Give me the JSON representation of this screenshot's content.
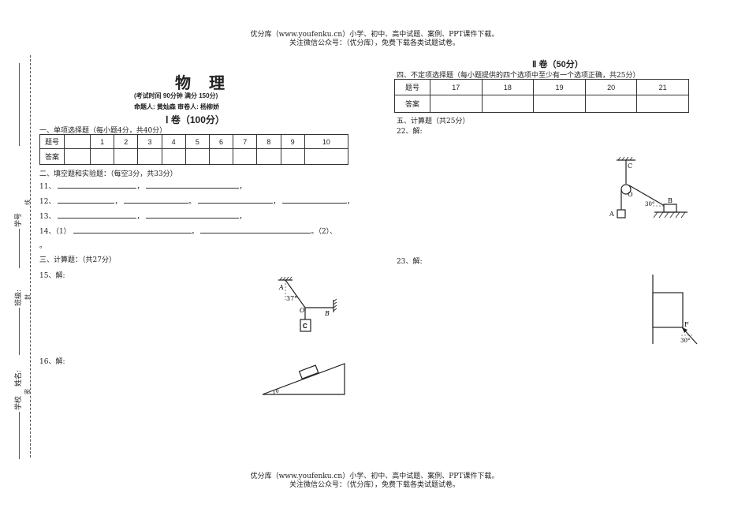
{
  "header": {
    "line1": "优分库（www.youfenku.cn）小学、初中、高中试题、案例、PPT课件下载。",
    "line2": "关注微信公众号：（优分库），免费下载各类试题试卷。"
  },
  "footer": {
    "line1": "优分库（www.youfenku.cn）小学、初中、高中试题、案例、PPT课件下载。",
    "line2": "关注微信公众号：（优分库），免费下载各类试题试卷。"
  },
  "side": {
    "student_no": "学号",
    "class": "班级:",
    "name": "姓名:",
    "school": "学校",
    "seal_xian": "线",
    "seal_feng": "封",
    "seal_mi": "密"
  },
  "exam": {
    "subject": "物 理",
    "time_score": "(考试时间 90分钟    满分 150分)",
    "authors": "命题人: 黄灿森     审卷人:   杨柳娇",
    "part1_title": "Ⅰ 卷（100分）",
    "part2_title": "Ⅱ 卷（50分）"
  },
  "section1": {
    "heading": "一、单项选择题（每小题4分，共40分）",
    "row_label_no": "题号",
    "row_label_ans": "答案",
    "numbers": [
      "1",
      "2",
      "3",
      "4",
      "5",
      "6",
      "7",
      "8",
      "9",
      "10"
    ]
  },
  "section2": {
    "heading": "二、填空题和实验题：（每空3分，共33分）",
    "q11": "11、",
    "q12": "12、",
    "q13": "13、",
    "q14": "14、（1）",
    "q14_part2": "。（2）、",
    "q14_end": "。",
    "comma": "，",
    "period": "。"
  },
  "section3": {
    "heading": "三、计算题：（共27分）",
    "q15": "15、解:",
    "q16": "16、解:"
  },
  "section4": {
    "heading": "四、不定项选择题（每小题提供的四个选项中至少有一个选项正确，共25分）",
    "row_label_no": "题号",
    "row_label_ans": "答案",
    "numbers": [
      "17",
      "18",
      "19",
      "20",
      "21"
    ]
  },
  "section5": {
    "heading": "五、计算题（共25分）",
    "q22": "22、解:",
    "q23": "23、解:"
  },
  "diagrams": {
    "d15": {
      "label_a": "A",
      "angle": "37°",
      "label_o": "O",
      "label_b": "B",
      "label_c": "C"
    },
    "d16": {
      "angle_label": "θ"
    },
    "d22": {
      "label_c": "C",
      "label_o": "O",
      "label_a": "A",
      "label_b": "B",
      "angle": "30°"
    },
    "d23": {
      "label_f": "F",
      "angle": "30°"
    }
  }
}
